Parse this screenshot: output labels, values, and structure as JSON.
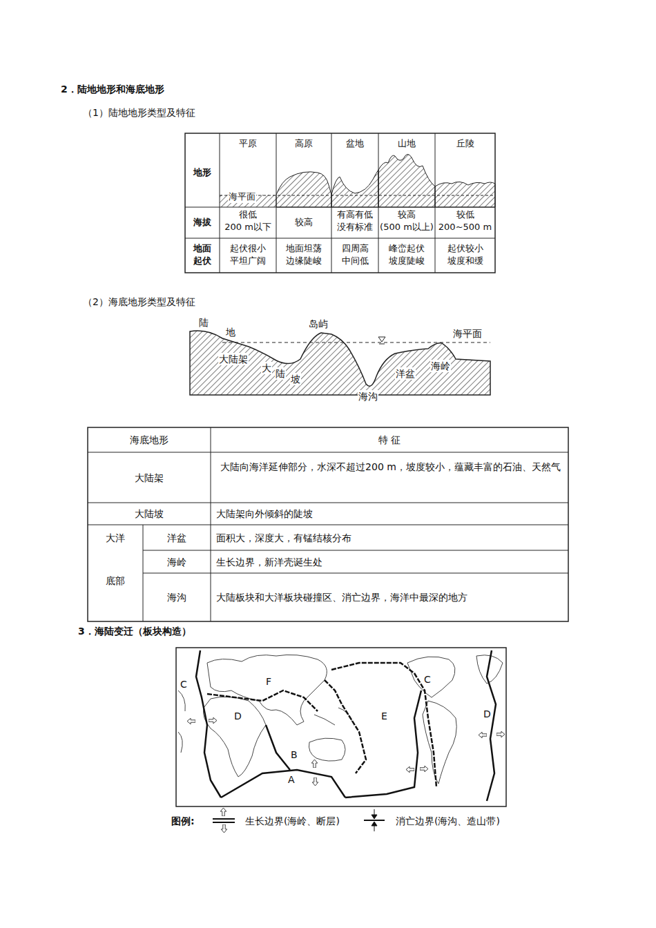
{
  "diagram": {
    "labels": [
      "2．陆地地形和海底地形",
      "（1）陆地地形类型及特征",
      "平原",
      "高原",
      "盆地",
      "山地",
      "丘陵",
      "地形",
      "海平面",
      "海拔",
      "很低",
      "200 m以下",
      "较高",
      "有高有低",
      "没有标准",
      "较高",
      "(500 m以上)",
      "较低",
      "200~500 m",
      "地面",
      "起伏",
      "起伏很小",
      "平坦广阔",
      "地面坦荡",
      "边缘陡峻",
      "四周高",
      "中间低",
      "峰峦起伏",
      "坡度陡峻",
      "起伏较小",
      "坡度和缓",
      "（2）海底地形类型及特征",
      "陆",
      "地",
      "岛屿",
      "海平面",
      "大陆架",
      "大",
      "陆",
      "坡",
      "海沟",
      "洋盆",
      "海岭",
      "海底地形",
      "特 征",
      "大陆架",
      "大陆向海洋延伸部分，水深不超过200 m，坡度较小，蕴藏丰富的石油、天然气",
      "大陆坡",
      "大陆架向外倾斜的陡坡",
      "大洋",
      "底部",
      "洋盆",
      "面积大，深度大，有锰结核分布",
      "海岭",
      "生长边界，新洋壳诞生处",
      "海沟",
      "大陆板块和大洋板块碰撞区、消亡边界，海洋中最深的地方",
      "3．海陆变迁（板块构造）",
      "C",
      "F",
      "D",
      "B",
      "A",
      "E",
      "C",
      "D",
      "图例:"
    ],
    "legend": [
      {
        "text": "生长边界(海岭、断层)"
      },
      {
        "text": "消亡边界(海沟、造山带)"
      }
    ]
  }
}
